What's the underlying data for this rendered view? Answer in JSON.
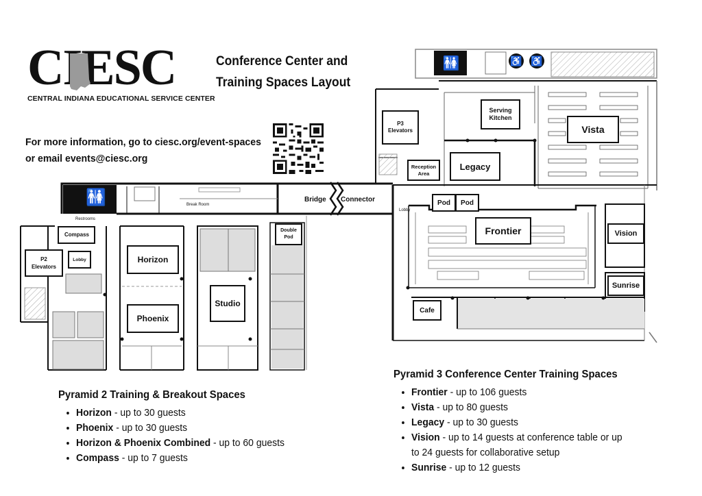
{
  "logo": {
    "letters": "CIESC",
    "org_name": "CENTRAL INDIANA EDUCATIONAL SERVICE CENTER"
  },
  "title": {
    "line1": "Conference Center and",
    "line2": "Training Spaces Layout"
  },
  "info": {
    "line1": "For more information, go to ciesc.org/event-spaces",
    "line2": "or email events@ciesc.org"
  },
  "qr_icon": "qr-code-icon",
  "icons": {
    "restroom": "restroom-icon",
    "accessible": "accessible-icon",
    "elevator": "elevator-icon"
  },
  "rooms": {
    "p3_elevators": "P3\nElevators",
    "serving_kitchen": "Serving\nKitchen",
    "vista": "Vista",
    "legacy": "Legacy",
    "reception": "Reception\nArea",
    "pod1": "Pod",
    "pod2": "Pod",
    "frontier": "Frontier",
    "vision": "Vision",
    "sunrise": "Sunrise",
    "cafe": "Cafe",
    "lobby_p3": "Lobby",
    "bridge": "Bridge",
    "connector": "Connector",
    "break_room": "Break Room",
    "restrooms": "Restrooms",
    "compass": "Compass",
    "p2_elevators": "P2\nElevators",
    "lobby_p2": "Lobby",
    "horizon": "Horizon",
    "phoenix": "Phoenix",
    "studio": "Studio",
    "double_pod": "Double\nPod"
  },
  "pyramid2": {
    "heading": "Pyramid 2 Training & Breakout Spaces",
    "items": [
      {
        "name": "Horizon",
        "detail": " - up to 30 guests"
      },
      {
        "name": "Phoenix",
        "detail": " - up to 30 guests"
      },
      {
        "name": "Horizon & Phoenix Combined",
        "detail": " - up to 60 guests"
      },
      {
        "name": "Compass",
        "detail": " - up to 7 guests"
      }
    ]
  },
  "pyramid3": {
    "heading": "Pyramid 3 Conference Center Training Spaces",
    "items": [
      {
        "name": "Frontier",
        "detail": " - up to 106 guests"
      },
      {
        "name": "Vista",
        "detail": " - up to 80 guests"
      },
      {
        "name": "Legacy",
        "detail": " - up to 30 guests"
      },
      {
        "name": "Vision",
        "detail": " - up to 14 guests at conference table or up to 24 guests for collaborative setup"
      },
      {
        "name": "Sunrise",
        "detail": " - up to 12 guests"
      }
    ]
  }
}
